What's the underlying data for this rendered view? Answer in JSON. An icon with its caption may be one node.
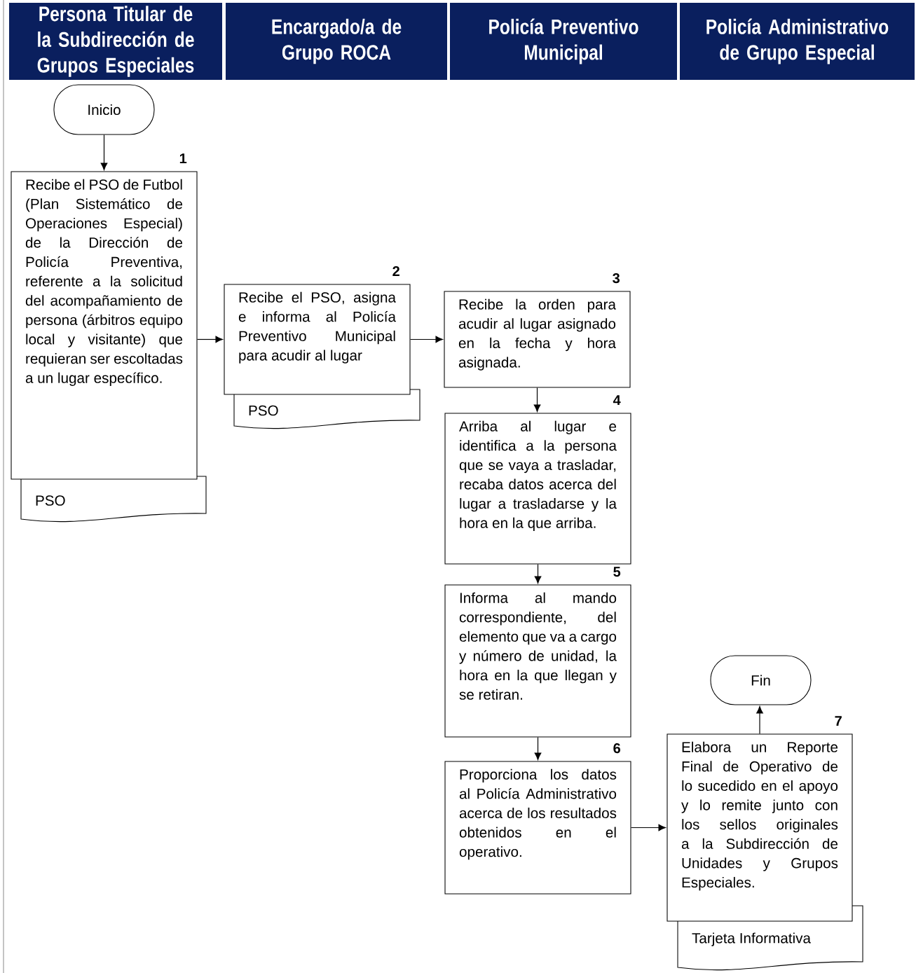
{
  "diagram": {
    "nodes": [
      {
        "text": [
          "Persona Titular de la Subdirección de Grupos Especiales"
        ]
      },
      {
        "text": [
          "Encargado/a de Grupo ROCA"
        ]
      },
      {
        "text": [
          "Policía Preventivo Municipal"
        ]
      },
      {
        "text": [
          "Policía Administrativo de Grupo Especial"
        ]
      },
      {
        "text": [
          "Inicio"
        ]
      },
      {
        "text": [
          "Recibe el PSO de Futbol (Plan Sistemático de Operaciones Especial) de la Dirección de Policía Preventiva, referente a la solicitud del acompañamiento de persona (árbitros equipo local y visitante) que requieran ser escoltadas a un lugar específico."
        ],
        "beside": [
          "1"
        ]
      },
      {
        "text": [
          "PSO"
        ]
      },
      {
        "text": [
          "Recibe el PSO, asigna e informa al Policía Preventivo Municipal para acudir al lugar"
        ],
        "beside": [
          "2"
        ]
      },
      {
        "text": [
          "PSO"
        ]
      },
      {
        "text": [
          "Recibe la orden para acudir al lugar asignado en la fecha y hora asignada."
        ],
        "beside": [
          "3"
        ]
      },
      {
        "text": [
          "Arriba al lugar e identifica a la persona que se vaya a trasladar, recaba datos acerca del lugar a trasladarse y la hora en la que arriba."
        ],
        "beside": [
          "4"
        ]
      },
      {
        "text": [
          "Informa al mando correspondiente, del elemento que va a cargo y número de unidad, la hora en la que llegan y se retiran."
        ],
        "beside": [
          "5"
        ]
      },
      {
        "text": [
          "Proporciona los datos al Policía Administrativo acerca de los resultados obtenidos en el operativo."
        ],
        "beside": [
          "6"
        ]
      },
      {
        "text": [
          "Elabora un Reporte Final de Operativo de lo sucedido en el apoyo y lo remite junto con los sellos originales a la Subdirección de Unidades y Grupos Especiales."
        ],
        "beside": [
          "7"
        ]
      },
      {
        "text": [
          "Tarjeta Informativa"
        ]
      },
      {
        "text": [
          "Fin"
        ]
      }
    ],
    "edges": [
      {
        "from": 4,
        "to": 5,
        "arrow": "to"
      },
      {
        "from": 5,
        "to": 7,
        "arrow": "to"
      },
      {
        "from": 7,
        "to": 9,
        "arrow": "to"
      },
      {
        "from": 9,
        "to": 10,
        "arrow": "to"
      },
      {
        "from": 10,
        "to": 11,
        "arrow": "to"
      },
      {
        "from": 11,
        "to": 12,
        "arrow": "to"
      },
      {
        "from": 12,
        "to": 13,
        "arrow": "to"
      },
      {
        "from": 13,
        "to": 15,
        "arrow": "to"
      }
    ]
  }
}
